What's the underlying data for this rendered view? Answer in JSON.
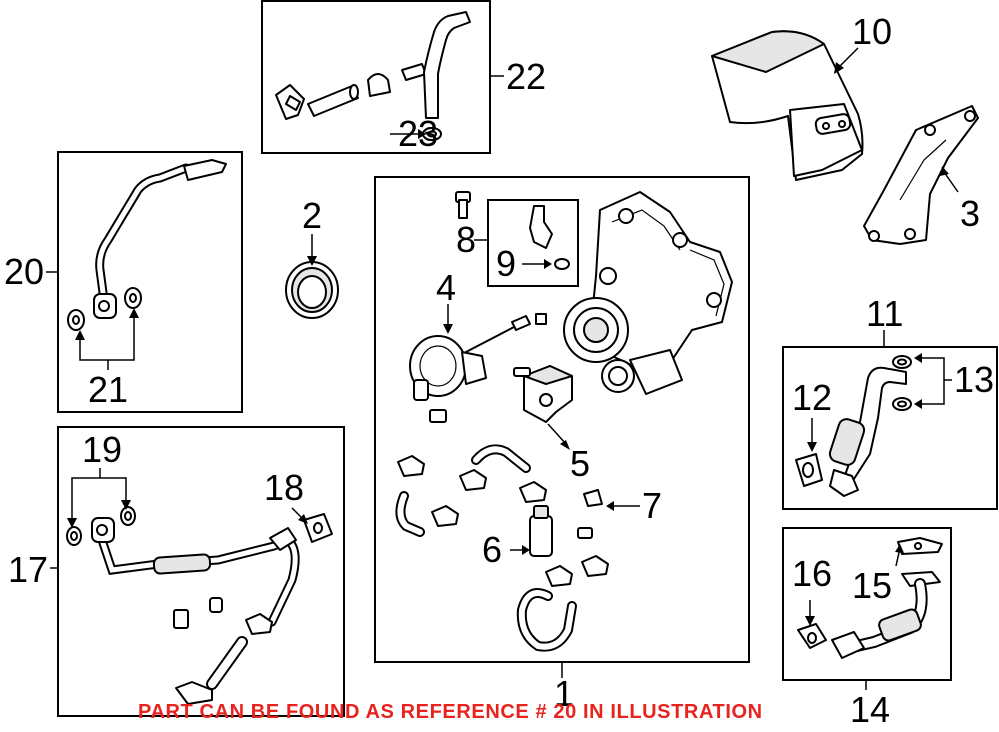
{
  "diagram": {
    "callouts": {
      "c1": "1",
      "c2": "2",
      "c3": "3",
      "c4": "4",
      "c5": "5",
      "c6": "6",
      "c7": "7",
      "c8": "8",
      "c9": "9",
      "c10": "10",
      "c11": "11",
      "c12": "12",
      "c13": "13",
      "c14": "14",
      "c15": "15",
      "c16": "16",
      "c17": "17",
      "c18": "18",
      "c19": "19",
      "c20": "20",
      "c21": "21",
      "c22": "22",
      "c23": "23"
    },
    "note": "PART CAN BE FOUND AS REFERENCE # 20 IN ILLUSTRATION",
    "note_color": "#e8231d"
  }
}
